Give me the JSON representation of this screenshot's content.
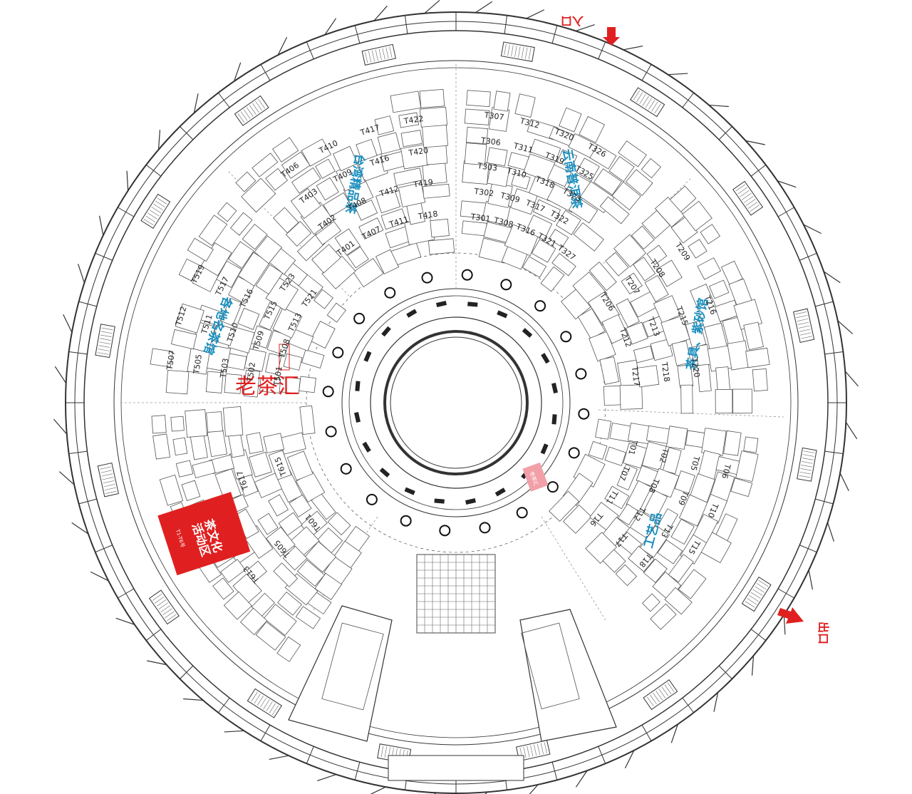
{
  "map": {
    "center_label": "老茶汇",
    "activity_area": {
      "line1": "茶文化",
      "line2": "活动区",
      "code": "T1-T6号"
    },
    "entrance_label": "入口",
    "exit_label": "出口",
    "pink_label": "老茶汇",
    "zones": [
      {
        "id": "z3",
        "label": "台湾精品茶"
      },
      {
        "id": "z4",
        "label": "云南普洱茶"
      },
      {
        "id": "z5",
        "label": "各地名茶馆"
      },
      {
        "id": "z2",
        "label": "茶具、紫砂馆"
      },
      {
        "id": "z1",
        "label": "工艺品"
      }
    ],
    "booths": {
      "sector3": [
        "T301",
        "T302",
        "T303",
        "T306",
        "T307",
        "T308",
        "T309",
        "T310",
        "T311",
        "T312",
        "T316",
        "T317",
        "T318",
        "T319",
        "T320",
        "T321",
        "T322",
        "T323",
        "T325",
        "T326",
        "T327"
      ],
      "sector4": [
        "T401",
        "T402",
        "T403",
        "T406",
        "T407",
        "T408",
        "T409",
        "T410",
        "T411",
        "T412",
        "T416",
        "T417",
        "T418",
        "T419",
        "T420",
        "T422"
      ],
      "sector5": [
        "T501",
        "T502",
        "T503",
        "T505",
        "T507",
        "T508",
        "T509",
        "T510",
        "T511",
        "T512",
        "T513",
        "T515",
        "T516",
        "T517",
        "T519",
        "T521",
        "T523"
      ],
      "sector2": [
        "T206",
        "T207",
        "T208",
        "T209",
        "T212",
        "T213",
        "T215",
        "T216",
        "T217",
        "T218",
        "T220"
      ],
      "sector6": [
        "T601",
        "T605",
        "T613",
        "T615",
        "T617"
      ],
      "sector1": [
        "T01",
        "T02",
        "T05",
        "T06",
        "T07",
        "T08",
        "T09",
        "T10",
        "T11",
        "T12",
        "T13",
        "T15",
        "T16",
        "T17",
        "T18"
      ]
    }
  }
}
